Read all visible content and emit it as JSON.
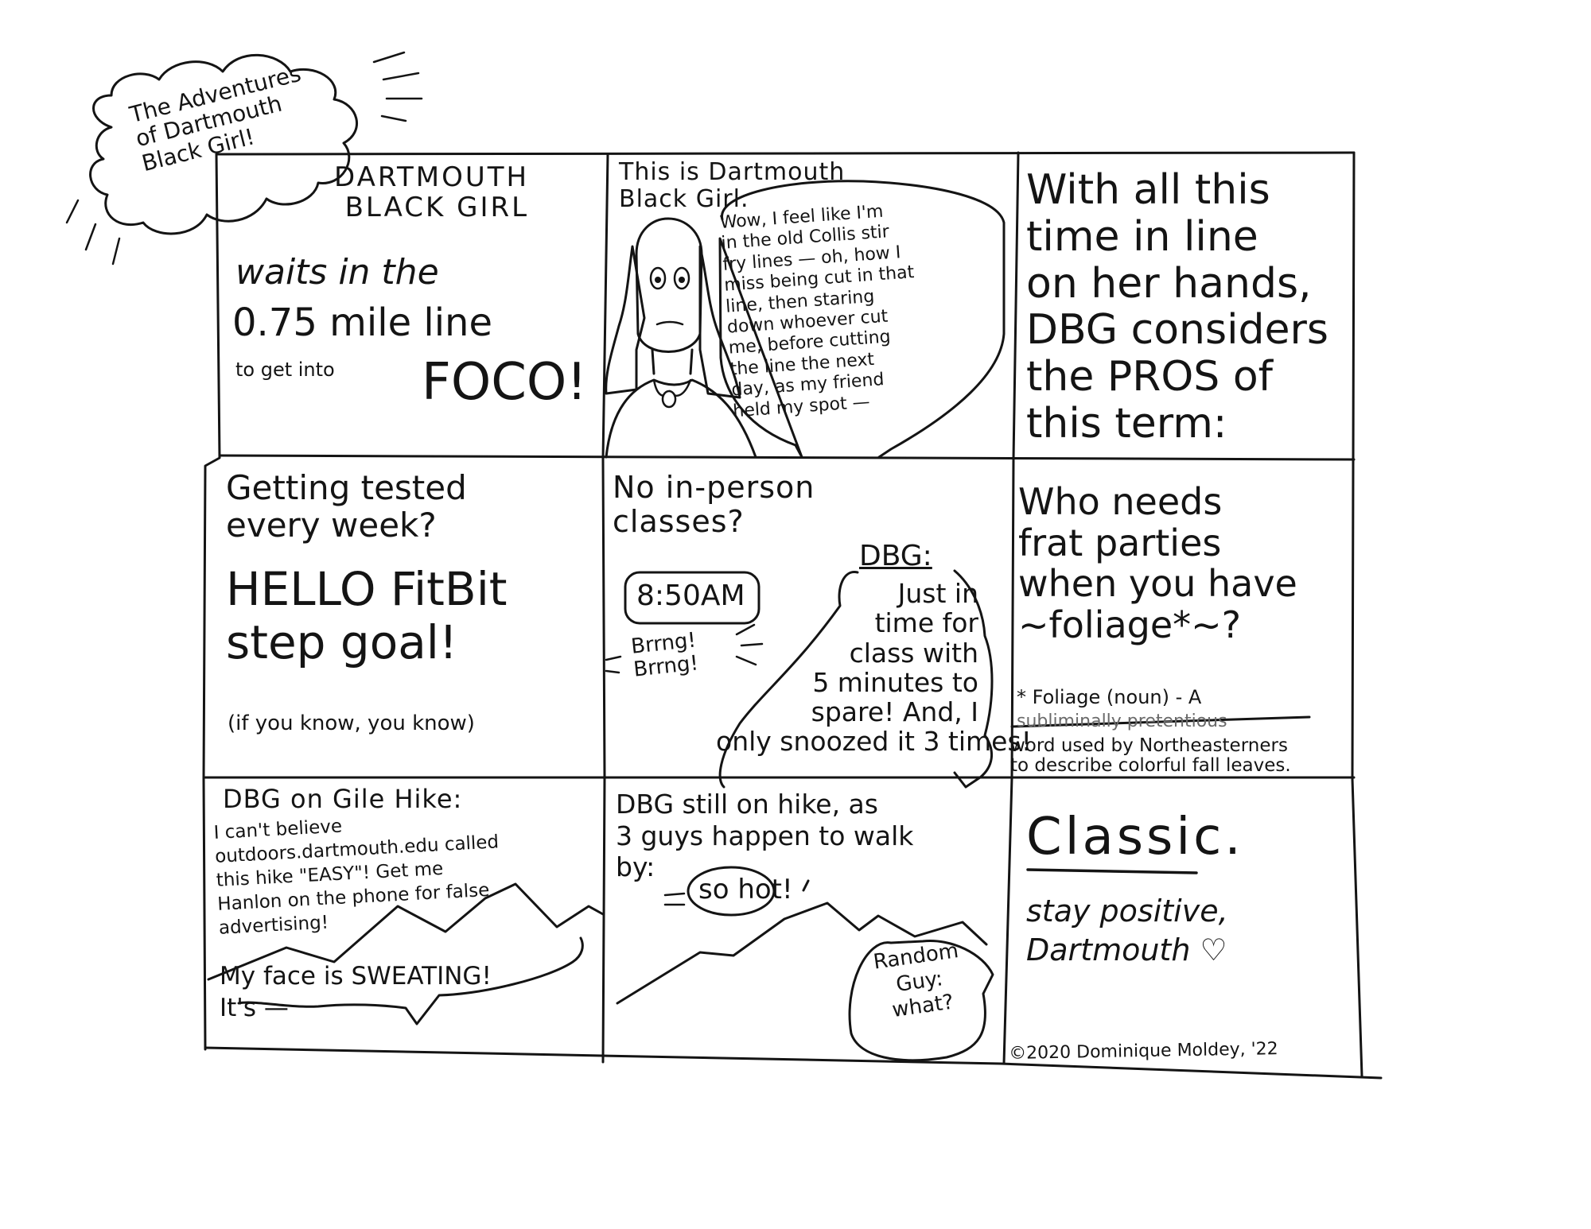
{
  "title_cloud": {
    "text": "The Adventures\nof Dartmouth\nBlack Girl!"
  },
  "panels": {
    "p1": {
      "heading": "DARTMOUTH\nBLACK GIRL",
      "line1": "waits in the",
      "line2": "0.75 mile line",
      "small": "to get into",
      "big": "FOCO!"
    },
    "p2": {
      "caption": "This is Dartmouth\nBlack Girl.",
      "speech": "Wow, I feel like I'm\nin the old Collis stir\nfry lines — oh, how I\nmiss being cut in that\nline, then staring\ndown whoever cut\nme, before cutting\nthe line the next\nday, as my friend\nheld my spot —"
    },
    "p3": {
      "text": "With all this\ntime in line\non her hands,\nDBG considers\nthe PROS of\nthis term:"
    },
    "p4": {
      "question": "Getting tested\nevery week?",
      "answer": "HELLO FitBit\nstep goal!",
      "note": "(if you know, you know)"
    },
    "p5": {
      "question": "No in-person\nclasses?",
      "clock": "8:50AM",
      "alarm": "Brrng!\nBrrng!",
      "speaker": "DBG:",
      "speech": "Just in\ntime for\nclass with\n5 minutes to\nspare! And, I\nonly snoozed it 3 times!"
    },
    "p6": {
      "question": "Who needs\nfrat parties\nwhen you have\n~foliage*~?",
      "def_head": "* Foliage (noun) - A",
      "def_struck": "subliminally pretentious",
      "def_rest": "word used by Northeasterners\nto describe colorful fall leaves."
    },
    "p7": {
      "caption": "DBG on Gile Hike:",
      "speech": "I can't believe\noutdoors.dartmouth.edu called\nthis hike \"EASY\"! Get me\nHanlon on the phone for false\nadvertising!",
      "speech2": "My face is SWEATING!\nIt's —"
    },
    "p8": {
      "caption": "DBG still on hike, as\n3 guys happen to walk\nby:",
      "bubble1": "so hot!",
      "bubble2": "Random\nGuy:\nwhat?"
    },
    "p9": {
      "text": "Classic.",
      "sign_off": "stay positive,\nDartmouth ♡",
      "credit": "©2020 Dominique Moldey, '22"
    }
  }
}
